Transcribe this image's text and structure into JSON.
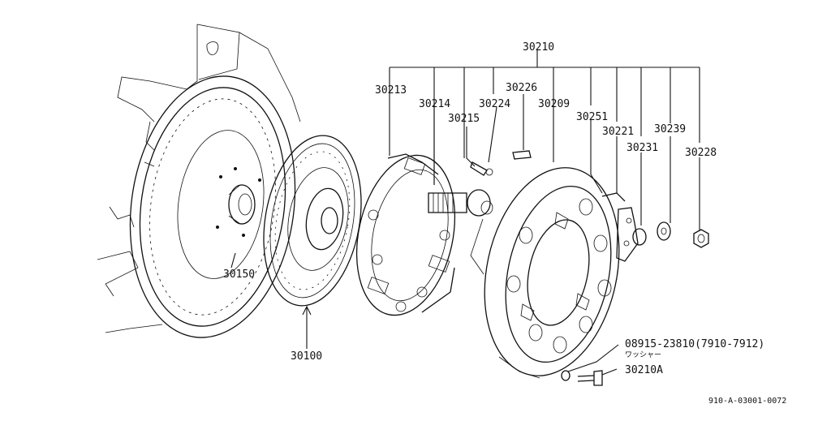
{
  "labels": {
    "assembly": "30210",
    "p30213": "30213",
    "p30214": "30214",
    "p30215": "30215",
    "p30224": "30224",
    "p30226": "30226",
    "p30209": "30209",
    "p30251": "30251",
    "p30221": "30221",
    "p30231": "30231",
    "p30239": "30239",
    "p30228": "30228",
    "p30150": "30150",
    "p30100": "30100",
    "washer_part": "08915-23810(7910-7912)",
    "washer_note": "ワッシャー",
    "bolt_part": "30210A",
    "drawing_id": "910-A-03001-0072"
  }
}
